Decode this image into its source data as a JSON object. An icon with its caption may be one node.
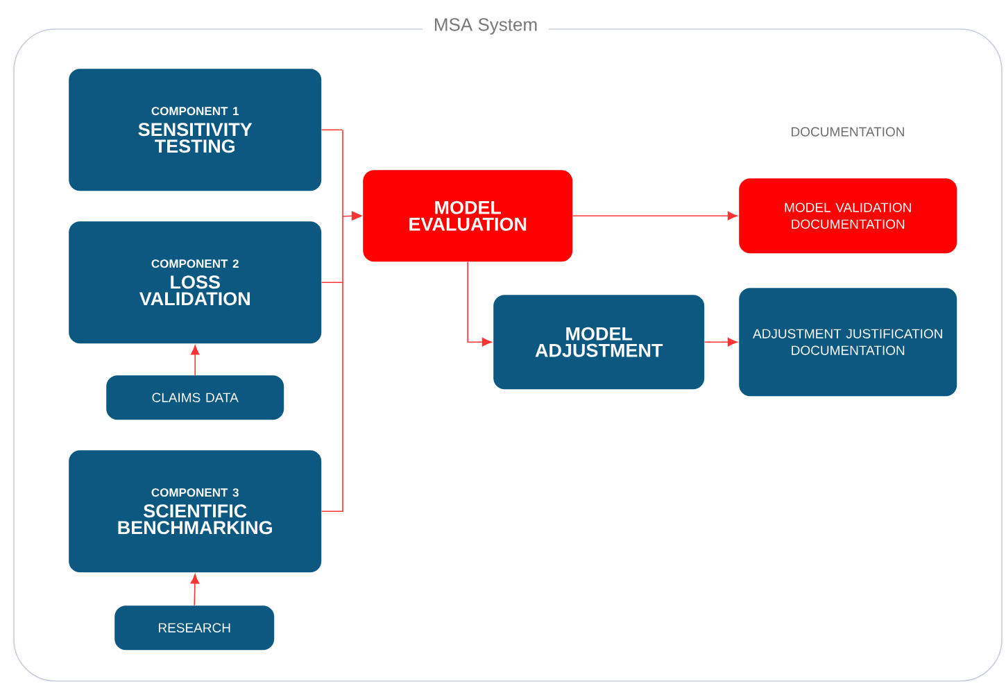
{
  "diagram": {
    "nodes": [
      {
        "text": [
          "MSA System"
        ]
      },
      {
        "text": [
          "COMPONENT 1",
          "SENSITIVITY TESTING"
        ],
        "in": 0
      },
      {
        "text": [
          "COMPONENT 2",
          "LOSS VALIDATION"
        ],
        "in": 0
      },
      {
        "text": [
          "CLAIMS DATA"
        ],
        "in": 0
      },
      {
        "text": [
          "COMPONENT 3",
          "SCIENTIFIC BENCHMARKING"
        ],
        "in": 0
      },
      {
        "text": [
          "RESEARCH"
        ],
        "in": 0
      },
      {
        "text": [
          "MODEL EVALUATION"
        ],
        "in": 0
      },
      {
        "text": [
          "MODEL VALIDATION DOCUMENTATION"
        ],
        "in": 0
      },
      {
        "text": [
          "MODEL ADJUSTMENT"
        ],
        "in": 0
      },
      {
        "text": [
          "ADJUSTMENT JUSTIFICATION DOCUMENTATION"
        ],
        "in": 0
      }
    ],
    "edges": [
      {
        "from": 3,
        "to": 2,
        "arrow": "to"
      },
      {
        "from": 5,
        "to": 4,
        "arrow": "to"
      },
      {
        "from": 1,
        "to": 6,
        "arrow": "to"
      },
      {
        "from": 2,
        "to": 6,
        "arrow": "to"
      },
      {
        "from": 4,
        "to": 6,
        "arrow": "to"
      },
      {
        "from": 6,
        "to": 7,
        "arrow": "to"
      },
      {
        "from": 6,
        "to": 8,
        "arrow": "to"
      },
      {
        "from": 8,
        "to": 9,
        "arrow": "to"
      }
    ],
    "labels": [
      "DOCUMENTATION"
    ]
  }
}
